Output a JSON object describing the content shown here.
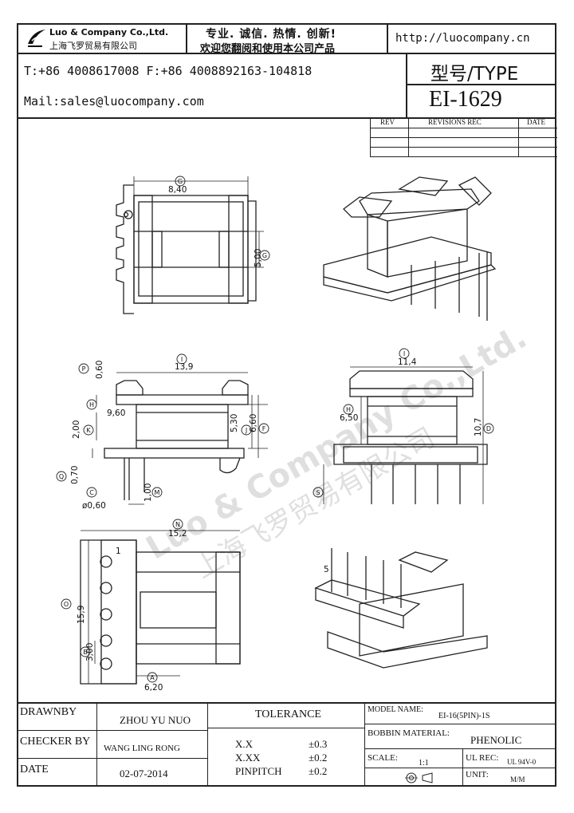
{
  "header": {
    "company_en": "Luo & Company Co.,Ltd.",
    "company_cn": "上海飞罗贸易有限公司",
    "slogan_1": "专业. 诚信. 热情. 创新!",
    "slogan_2": "欢迎您翻阅和使用本公司产品",
    "website": "http://luocompany.cn",
    "phone_line": "T:+86 4008617008 F:+86 4008892163-104818",
    "mail_line": "Mail:sales@luocompany.com",
    "type_label": "型号/TYPE",
    "type_value": "EI-1629"
  },
  "revisions": {
    "col_rev": "REV",
    "col_rec": "REVISIONS REC",
    "col_date": "DATE"
  },
  "dimensions": {
    "top_width": "8,40",
    "top_height": "5,00",
    "front_p": "0,60",
    "front_width": "13,9",
    "front_inner": "9,60",
    "front_k": "2,00",
    "front_j": "5,30",
    "front_f": "6,60",
    "front_q": "0,70",
    "front_pin_dia": "ø0,60",
    "front_m": "1,00",
    "side_width": "11,4",
    "side_height": "10,7",
    "side_h": "6,50",
    "bottom_width": "15,2",
    "bottom_height": "15,9",
    "bottom_pitch": "3,00",
    "bottom_a": "6,20",
    "pin_count_label": "5",
    "pin_label_1": "1"
  },
  "markers": {
    "a": "A",
    "b": "B",
    "c": "C",
    "d": "D",
    "f": "F",
    "g": "G",
    "h": "H",
    "i": "I",
    "j": "J",
    "k": "K",
    "m": "M",
    "n": "N",
    "o": "O",
    "p": "P",
    "q": "Q",
    "s": "S"
  },
  "watermark": {
    "en": "Luo & Company Co.,Ltd.",
    "cn": "上海飞罗贸易有限公司"
  },
  "footer": {
    "drawnby_label": "DRAWNBY",
    "drawnby_value": "ZHOU YU NUO",
    "checker_label": "CHECKER BY",
    "checker_value": "WANG LING RONG",
    "date_label": "DATE",
    "date_value": "02-07-2014",
    "tolerance_label": "TOLERANCE",
    "tol_1_label": "X.X",
    "tol_1_value": "±0.3",
    "tol_2_label": "X.XX",
    "tol_2_value": "±0.2",
    "tol_3_label": "PINPITCH",
    "tol_3_value": "±0.2",
    "model_label": "MODEL NAME:",
    "model_value": "EI-16(5PIN)-1S",
    "bobbin_label": "BOBBIN MATERIAL:",
    "bobbin_value": "PHENOLIC",
    "scale_label": "SCALE:",
    "scale_value": "1:1",
    "ulrec_label": "UL REC:",
    "ulrec_value": "UL 94V-0",
    "unit_label": "UNIT:",
    "unit_value": "M/M"
  }
}
